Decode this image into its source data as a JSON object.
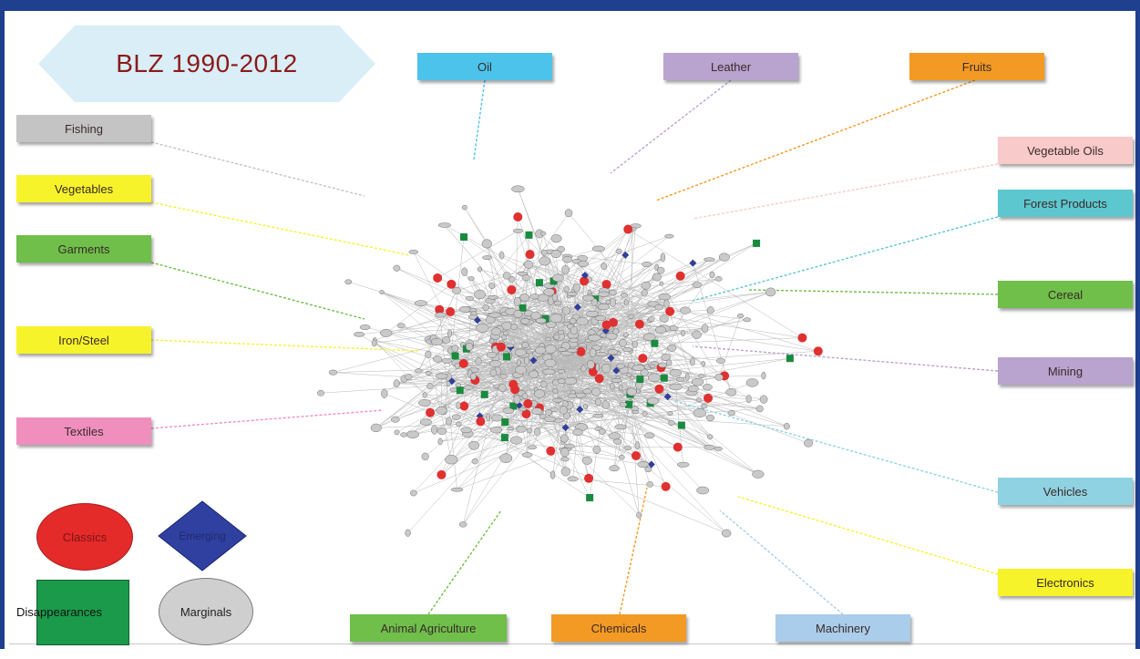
{
  "title": "BLZ 1990-2012",
  "categories": [
    {
      "id": "oil",
      "label": "Oil",
      "color": "#4cc3ea"
    },
    {
      "id": "leather",
      "label": "Leather",
      "color": "#b9a3cf"
    },
    {
      "id": "fruits",
      "label": "Fruits",
      "color": "#f39a25"
    },
    {
      "id": "fishing",
      "label": "Fishing",
      "color": "#c4c4c4"
    },
    {
      "id": "vegetable_oils",
      "label": "Vegetable Oils",
      "color": "#f8caca"
    },
    {
      "id": "vegetables",
      "label": "Vegetables",
      "color": "#f7f32a"
    },
    {
      "id": "forest_products",
      "label": "Forest Products",
      "color": "#5dc7cf"
    },
    {
      "id": "garments",
      "label": "Garments",
      "color": "#6fbf4a"
    },
    {
      "id": "cereal",
      "label": "Cereal",
      "color": "#6fbf4a"
    },
    {
      "id": "iron_steel",
      "label": "Iron/Steel",
      "color": "#f7f32a"
    },
    {
      "id": "mining",
      "label": "Mining",
      "color": "#b9a3cf"
    },
    {
      "id": "textiles",
      "label": "Textiles",
      "color": "#f08fbe"
    },
    {
      "id": "vehicles",
      "label": "Vehicles",
      "color": "#8fd3e3"
    },
    {
      "id": "electronics",
      "label": "Electronics",
      "color": "#f7f32a"
    },
    {
      "id": "animal_agriculture",
      "label": "Animal Agriculture",
      "color": "#6fbf4a"
    },
    {
      "id": "chemicals",
      "label": "Chemicals",
      "color": "#f39a25"
    },
    {
      "id": "machinery",
      "label": "Machinery",
      "color": "#a9cdea"
    }
  ],
  "legend": {
    "classics": "Classics",
    "emerging": "Emerging",
    "disappearances": "Disappearances",
    "marginals": "Marginals"
  },
  "node_colors": {
    "classics": "#e03030",
    "emerging": "#2f3f9a",
    "disappearances": "#1a8a3f",
    "marginals": "#c9c9c9"
  }
}
